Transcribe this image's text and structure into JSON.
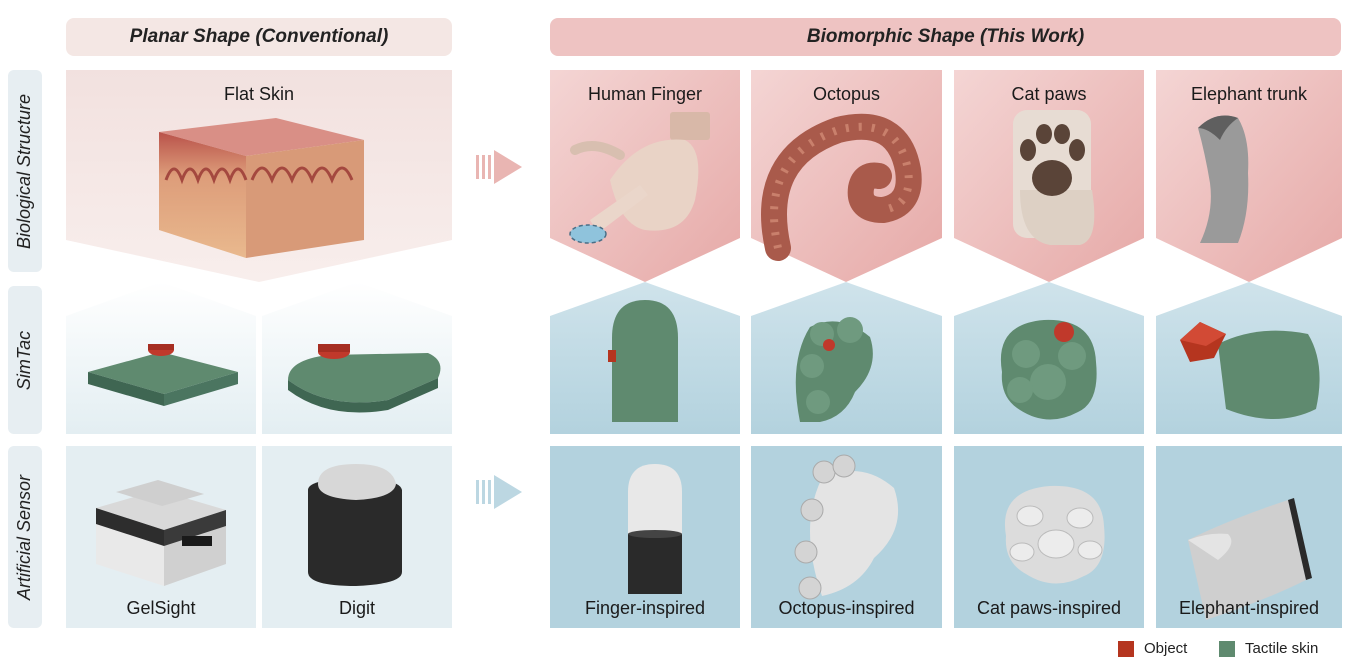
{
  "headers": {
    "conventional": "Planar Shape (Conventional)",
    "this_work": "Biomorphic Shape (This Work)"
  },
  "rows": {
    "biological": "Biological Structure",
    "simtac": "SimTac",
    "artificial": "Artificial Sensor"
  },
  "biological": {
    "flat_skin": "Flat Skin",
    "items": [
      "Human Finger",
      "Octopus",
      "Cat paws",
      "Elephant trunk"
    ]
  },
  "sensors": {
    "planar": [
      "GelSight",
      "Digit"
    ],
    "biomorphic": [
      "Finger-inspired",
      "Octopus-inspired",
      "Cat paws-inspired",
      "Elephant-inspired"
    ]
  },
  "legend": [
    {
      "label": "Object",
      "color": "#b5351f"
    },
    {
      "label": "Tactile skin",
      "color": "#5f8a6f"
    }
  ],
  "colors": {
    "pink_header": "#f0c3c2",
    "beige_header": "#f4e7e4",
    "blue_panel": "#bfd9e3",
    "light_blue_panel": "#e4eef2",
    "pink_panel": "#eab7b6",
    "light_pink_panel": "#f4e3e2",
    "label_bg": "#e9f0f3"
  }
}
